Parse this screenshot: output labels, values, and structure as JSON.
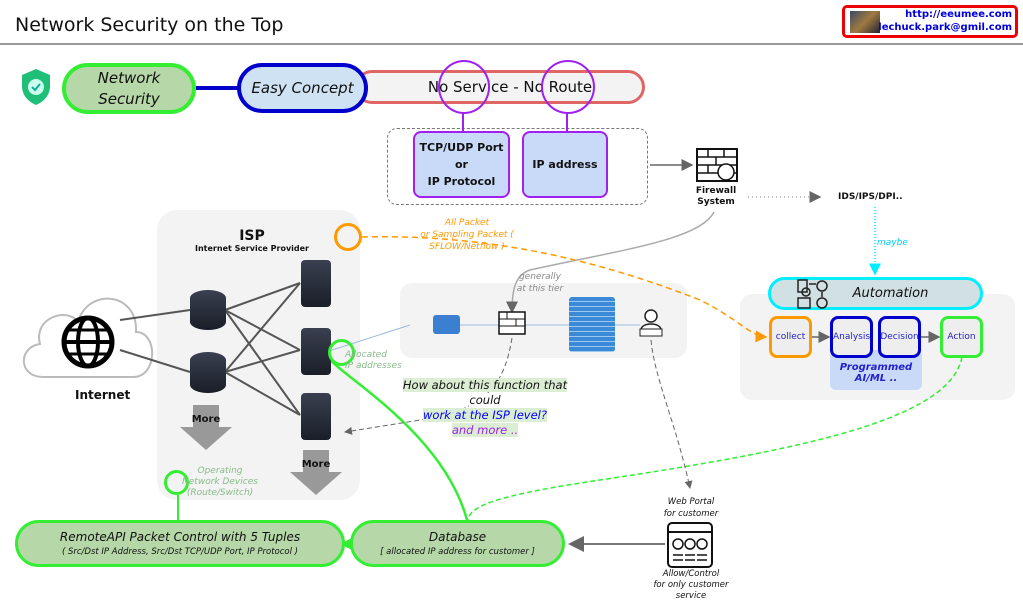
{
  "header": {
    "title": "Network Security on the Top",
    "url": "http://eeumee.com",
    "email": "lechuck.park@gmil.com"
  },
  "concept": {
    "network_security": [
      "Network",
      "Security"
    ],
    "easy_concept": "Easy Concept",
    "no_service_no_route": "No Service - No Route"
  },
  "tuples": {
    "port_box": [
      "TCP/UDP Port",
      "or",
      "IP Protocol"
    ],
    "ip_box": "IP address"
  },
  "firewall": {
    "label": [
      "Firewall",
      "System"
    ]
  },
  "ids": {
    "label": "IDS/IPS/DPI..",
    "maybe": "maybe"
  },
  "automation": {
    "title": "Automation",
    "steps": [
      "collect",
      "Analysis",
      "Decision",
      "Action"
    ],
    "aiml": [
      "Programmed",
      "AI/ML .."
    ]
  },
  "isp": {
    "title": "ISP",
    "subtitle": "Internet Service Provider",
    "more": "More",
    "more2": "More",
    "operating": [
      "Operating",
      "Network Devices",
      "(Route/Switch)"
    ],
    "allocated": [
      "Allocated",
      "IP addresses"
    ]
  },
  "internet": {
    "label": "Internet"
  },
  "packet": {
    "label": [
      "All Packet",
      "or Sampling Packet (",
      "SFLOW/Netflow )"
    ]
  },
  "tier": {
    "label": [
      "generally",
      "at this tier"
    ]
  },
  "question": {
    "line1": "How about this function that",
    "line2": "could",
    "line3": "work at the ISP level?",
    "line4": "and more .."
  },
  "remote": {
    "title": "RemoteAPI Packet Control with 5 Tuples",
    "detail": "( Src/Dst IP Address, Src/Dst TCP/UDP Port, IP Protocol )"
  },
  "database": {
    "title": "Database",
    "detail": "[ allocated IP address for customer ]"
  },
  "portal": {
    "top": [
      "Web Portal",
      "for customer"
    ],
    "bottom": [
      "Allow/Control",
      "for only customer",
      "service"
    ]
  },
  "colors": {
    "green": "#33ee33",
    "blue": "#0000cc",
    "red": "#e06666",
    "purple": "#a020f0",
    "orange": "#ff9900",
    "cyan": "#00eeff"
  }
}
